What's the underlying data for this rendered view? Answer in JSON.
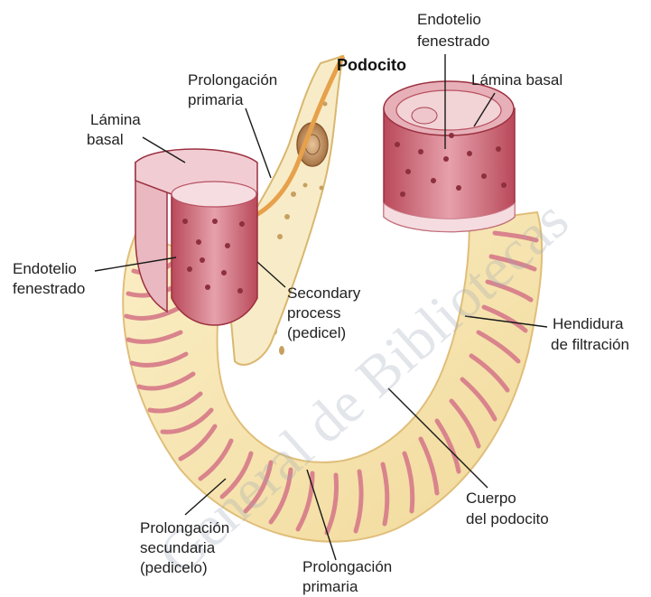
{
  "diagram": {
    "labels": {
      "endotelio_top": [
        "Endotelio",
        "fenestrado"
      ],
      "podocito": "Podocito",
      "prolongacion_primaria_top": [
        "Prolongación",
        "primaria"
      ],
      "lamina_basal_right": "Lámina basal",
      "lamina_basal_left": [
        "Lámina",
        "basal"
      ],
      "endotelio_left": [
        "Endotelio",
        "fenestrado"
      ],
      "secondary_process": [
        "Secondary",
        "process",
        "(pedicel)"
      ],
      "hendidura": [
        "Hendidura",
        "de filtración"
      ],
      "cuerpo": [
        "Cuerpo",
        "del podocito"
      ],
      "prolongacion_secundaria": [
        "Prolongación",
        "secundaria",
        "(pedicelo)"
      ],
      "prolongacion_primaria_bottom": [
        "Prolongación",
        "primaria"
      ]
    },
    "watermark": "General de Bibliotecas"
  },
  "colors": {
    "cell_body": "#f6e6b0",
    "cell_edge": "#e3c27c",
    "slit": "#d9848c",
    "lamina": "#e2a3ad",
    "endothelium": "#cf6b79",
    "fenestra": "#8d2f3d"
  }
}
